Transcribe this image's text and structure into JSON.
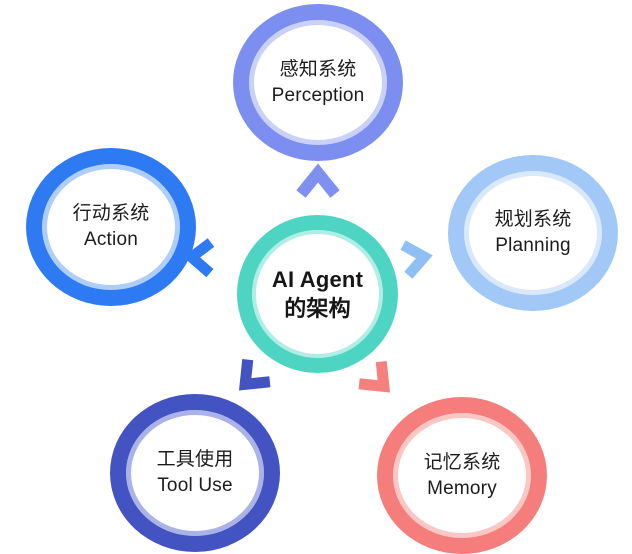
{
  "diagram": {
    "type": "radial-cycle",
    "background_color": "#ffffff",
    "text_color": "#1c1c1c",
    "center": {
      "line1": "AI Agent",
      "line2": "的架构",
      "ring_color": "#4DD4C3",
      "halo_color": "#B0EEE5"
    },
    "nodes": [
      {
        "id": "perception",
        "zh": "感知系统",
        "en": "Perception",
        "position": "top",
        "ring_color": "#7C8EEF",
        "halo_color": "#C9D1F9"
      },
      {
        "id": "planning",
        "zh": "规划系统",
        "en": "Planning",
        "position": "right",
        "ring_color": "#A1C8F6",
        "halo_color": "#D9E8FC"
      },
      {
        "id": "memory",
        "zh": "记忆系统",
        "en": "Memory",
        "position": "bottom-right",
        "ring_color": "#F57E7C",
        "halo_color": "#FBC7C5"
      },
      {
        "id": "tool-use",
        "zh": "工具使用",
        "en": "Tool Use",
        "position": "bottom-left",
        "ring_color": "#4353C2",
        "halo_color": "#AAB3E8"
      },
      {
        "id": "action",
        "zh": "行动系统",
        "en": "Action",
        "position": "left",
        "ring_color": "#2E7AF2",
        "halo_color": "#AFCDF9"
      }
    ],
    "arrows": [
      {
        "target": "perception",
        "direction": "up",
        "color": "#7F90F0"
      },
      {
        "target": "planning",
        "direction": "right",
        "color": "#8FC0F5"
      },
      {
        "target": "memory",
        "direction": "down-right",
        "color": "#F5807E"
      },
      {
        "target": "tool-use",
        "direction": "down-left",
        "color": "#4353C2"
      },
      {
        "target": "action",
        "direction": "left",
        "color": "#2E7AF2"
      }
    ]
  }
}
